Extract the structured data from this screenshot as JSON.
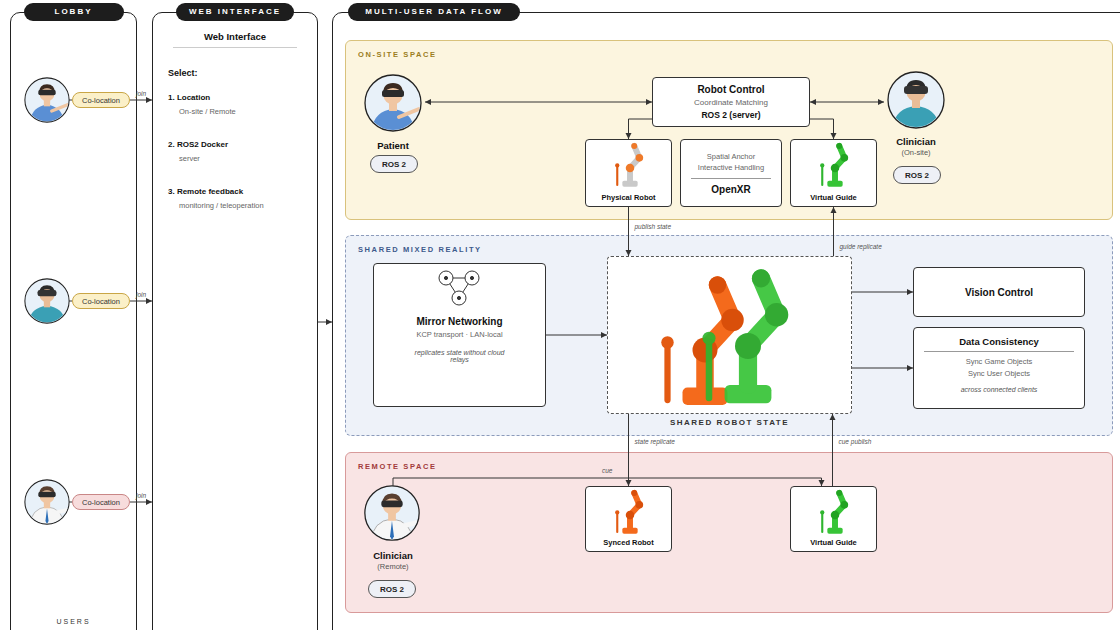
{
  "diagram": {
    "nodes": [
      {
        "text": [
          "LOBBY",
          "USERS"
        ]
      },
      {
        "text": [
          "Co-location"
        ],
        "in": 0
      },
      {
        "text": [
          "Co-location"
        ],
        "in": 0
      },
      {
        "text": [
          "Co-location"
        ],
        "in": 0
      },
      {
        "text": [
          "WEB INTERFACE",
          "Web Interface",
          "Select:",
          "1. Location",
          "On-site / Remote",
          "2. ROS2 Docker",
          "server",
          "3. Remote feedback",
          "monitoring / teleoperation"
        ]
      },
      {
        "text": [
          "MULTI-USER DATA FLOW"
        ]
      },
      {
        "text": [
          "ON-SITE SPACE"
        ],
        "in": 5
      },
      {
        "text": [
          "Patient"
        ],
        "in": 6
      },
      {
        "text": [
          "ROS 2"
        ],
        "in": 6
      },
      {
        "text": [
          "Robot Control",
          "Coordinate Matching",
          "ROS 2 (server)"
        ],
        "in": 6
      },
      {
        "text": [
          "Clinician",
          "(On-site)"
        ],
        "in": 6
      },
      {
        "text": [
          "ROS 2"
        ],
        "in": 6
      },
      {
        "text": [
          "Physical Robot"
        ],
        "in": 6
      },
      {
        "text": [
          "Spatial Anchor",
          "Interactive Handling",
          "OpenXR"
        ],
        "in": 6
      },
      {
        "text": [
          "Virtual Guide"
        ],
        "in": 6
      },
      {
        "text": [
          "SHARED MIXED REALITY"
        ],
        "in": 5
      },
      {
        "text": [
          "Mirror Networking",
          "KCP transport · LAN-local",
          "replicates state without cloud relays"
        ],
        "in": 15
      },
      {
        "text": [
          "SHARED ROBOT STATE"
        ],
        "in": 15
      },
      {
        "text": [
          "Vision Control"
        ],
        "in": 15
      },
      {
        "text": [
          "Data Consistency",
          "Sync Game Objects",
          "Sync User Objects",
          "across connected clients"
        ],
        "in": 15
      },
      {
        "text": [
          "REMOTE SPACE"
        ],
        "in": 5
      },
      {
        "text": [
          "Clinician",
          "(Remote)"
        ],
        "in": 20
      },
      {
        "text": [
          "ROS 2"
        ],
        "in": 20
      },
      {
        "text": [
          "Synced Robot"
        ],
        "in": 20
      },
      {
        "text": [
          "Virtual Guide"
        ],
        "in": 20
      }
    ],
    "edges": [
      {
        "from": 1,
        "to": 4,
        "label": "join",
        "arrow": "to"
      },
      {
        "from": 2,
        "to": 4,
        "label": "join",
        "arrow": "to"
      },
      {
        "from": 3,
        "to": 4,
        "label": "join",
        "arrow": "to"
      },
      {
        "from": 4,
        "to": 5,
        "arrow": "to"
      },
      {
        "from": 7,
        "to": 9,
        "arrow": "both"
      },
      {
        "from": 9,
        "to": 10,
        "arrow": "both"
      },
      {
        "from": 9,
        "to": 12,
        "arrow": "to"
      },
      {
        "from": 9,
        "to": 14,
        "arrow": "to"
      },
      {
        "from": 12,
        "to": 17,
        "label": "publish state",
        "arrow": "to"
      },
      {
        "from": 17,
        "to": 14,
        "label": "guide replicate",
        "arrow": "to"
      },
      {
        "from": 16,
        "to": 17,
        "arrow": "to"
      },
      {
        "from": 17,
        "to": 18,
        "arrow": "to"
      },
      {
        "from": 17,
        "to": 19,
        "arrow": "to"
      },
      {
        "from": 17,
        "to": 23,
        "label": "state replicate",
        "arrow": "to"
      },
      {
        "from": 24,
        "to": 17,
        "label": "cue publish",
        "arrow": "to"
      },
      {
        "from": 21,
        "to": 24,
        "label": "cue",
        "arrow": "to"
      }
    ]
  }
}
